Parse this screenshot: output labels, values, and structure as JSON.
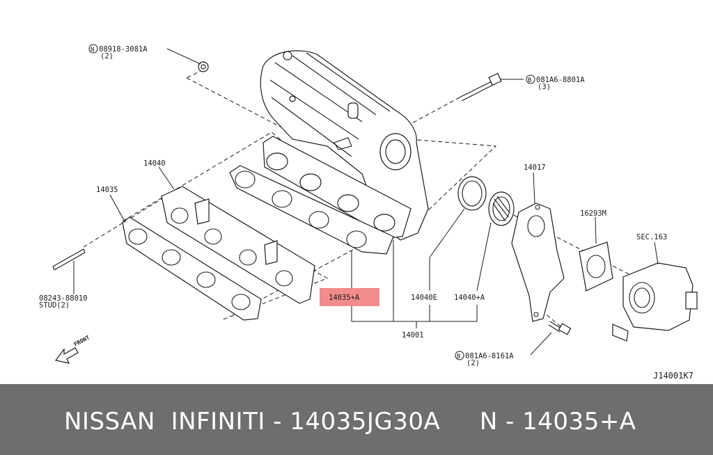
{
  "diagram": {
    "callouts": {
      "nut_part": "08918-3081A",
      "nut_qty": "(2)",
      "nut_prefix": "N",
      "bolt_top_part": "081A6-8801A",
      "bolt_top_qty": "(3)",
      "bolt_top_prefix": "B",
      "gasket_outer": "14035",
      "collector": "14040",
      "bracket": "14017",
      "tb_gasket": "16293M",
      "throttle_ref": "SEC.163",
      "stud_part": "08243-88010",
      "stud_label": "STUD(2)",
      "highlight": "14035+A",
      "ring": "14040E",
      "adapter": "14040+A",
      "assembly": "14001",
      "bolt_bottom_part": "081A6-8161A",
      "bolt_bottom_qty": "(2)",
      "bolt_bottom_prefix": "B",
      "front": "FRONT",
      "diagram_id": "J14001K7"
    },
    "highlight_color": "#f28b8b"
  },
  "footer": {
    "text": "NISSAN  INFINITI - 14035JG30A     N - 14035+A"
  }
}
